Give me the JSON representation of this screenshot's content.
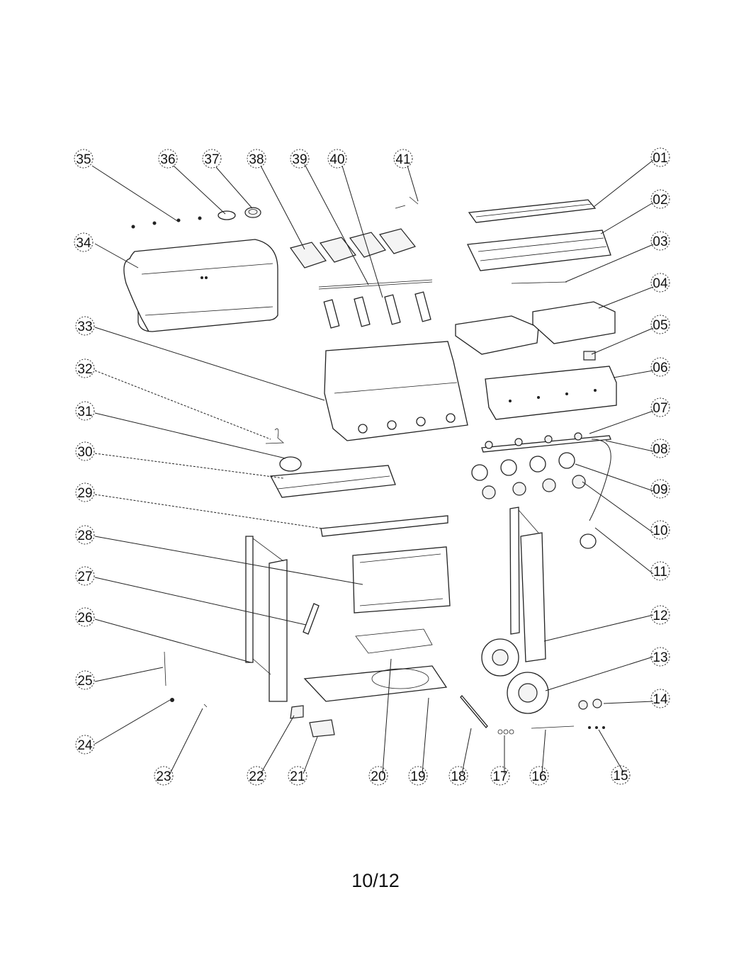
{
  "page_number": "10/12",
  "callouts": [
    "35",
    "36",
    "37",
    "38",
    "39",
    "40",
    "41",
    "01",
    "02",
    "03",
    "04",
    "05",
    "06",
    "07",
    "08",
    "09",
    "10",
    "11",
    "12",
    "13",
    "14",
    "15",
    "16",
    "17",
    "18",
    "19",
    "20",
    "21",
    "22",
    "23",
    "24",
    "25",
    "26",
    "27",
    "28",
    "29",
    "30",
    "31",
    "32",
    "33",
    "34"
  ]
}
